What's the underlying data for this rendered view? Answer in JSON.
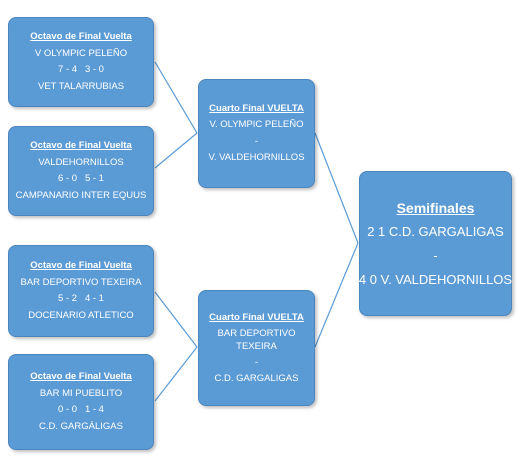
{
  "octavos": [
    {
      "title": "Octavo de Final Vuelta",
      "team1": "V OLYMPIC PELEÑO",
      "score": "7 - 4   3 - 0",
      "team2": "VET TALARRUBIAS"
    },
    {
      "title": "Octavo de Final Vuelta",
      "team1": "VALDEHORNILLOS",
      "score": "6 - 0   5 - 1",
      "team2": "CAMPANARIO INTER EQUUS"
    },
    {
      "title": "Octavo de Final Vuelta",
      "team1": "BAR DEPORTIVO TEXEIRA",
      "score": "5 - 2   4 - 1",
      "team2": "DOCENARIO ATLETICO"
    },
    {
      "title": "Octavo de Final Vuelta",
      "team1": "BAR MI PUEBLITO",
      "score": "0 - 0   1 - 4",
      "team2": "C.D. GARGÁLIGAS"
    }
  ],
  "cuartos": [
    {
      "title": "Cuarto Final VUELTA",
      "team1": "V. OLYMPIC PELEÑO",
      "sep": "-",
      "team2": "V. VALDEHORNILLOS"
    },
    {
      "title": "Cuarto Final VUELTA",
      "team1": "BAR DEPORTIVO TEXEIRA",
      "sep": "-",
      "team2": "C.D. GARGALIGAS"
    }
  ],
  "semifinal": {
    "title": "Semifinales",
    "team1": "2 1 C.D. GARGALIGAS",
    "sep": "-",
    "team2": "4 0 V. VALDEHORNILLOS"
  }
}
